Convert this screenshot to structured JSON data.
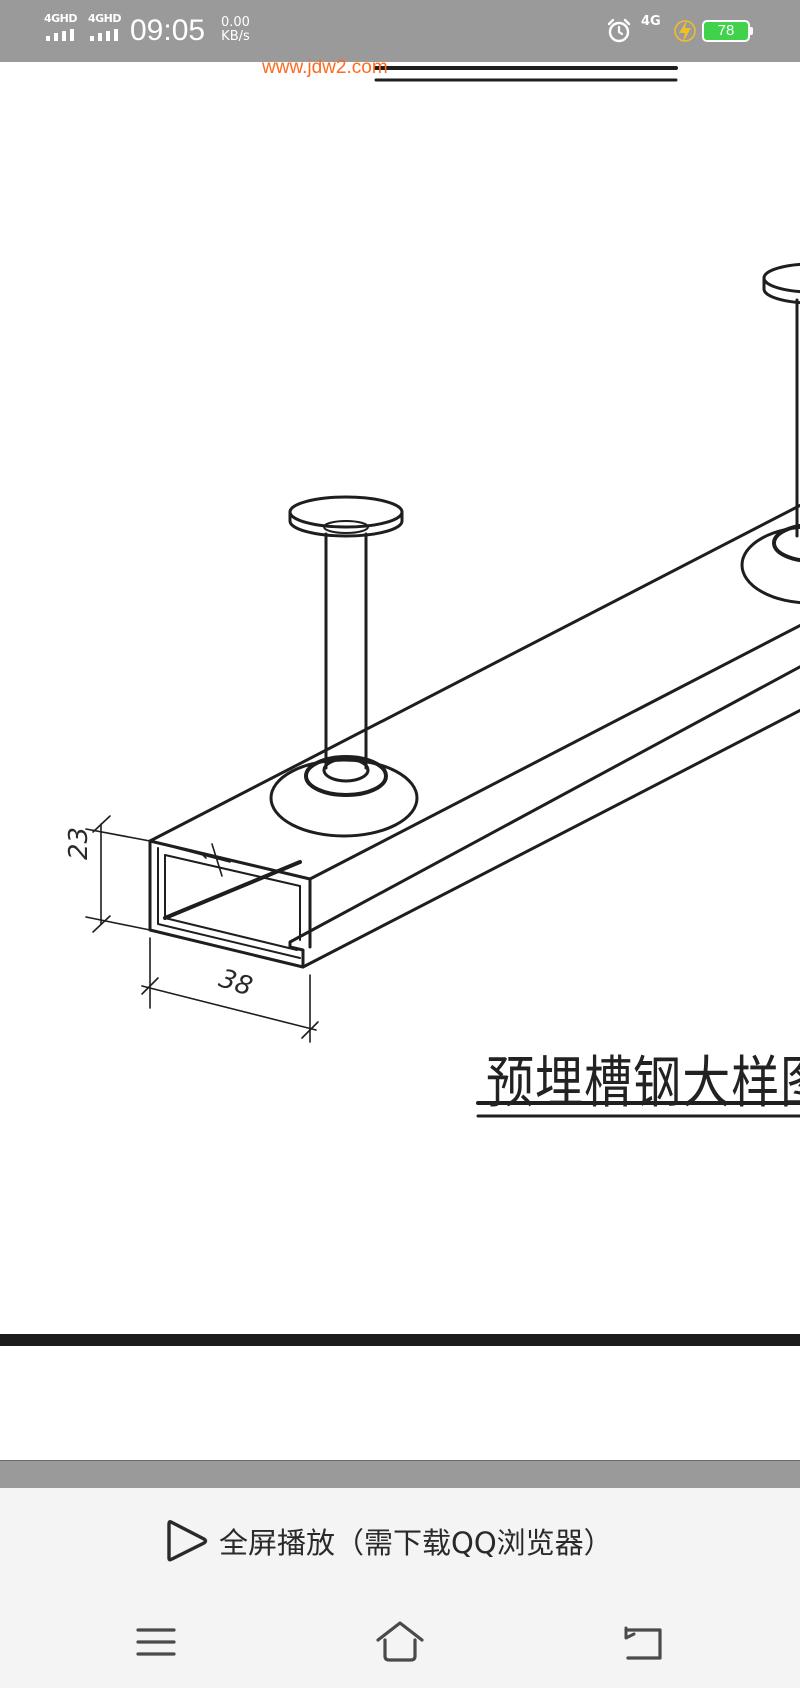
{
  "status_bar": {
    "signal_1": "4GHD",
    "signal_2": "4GHD",
    "time": "09:05",
    "speed_value": "0.00",
    "speed_unit": "KB/s",
    "network": "4G",
    "battery_level": "78",
    "icons": [
      "signal-icon",
      "alarm-icon",
      "charging-bolt-icon",
      "battery-icon"
    ]
  },
  "image": {
    "watermark": "www.jdw2.com",
    "dimension_height": "23",
    "dimension_width": "38",
    "title": "预埋槽钢大样图"
  },
  "bottom": {
    "fullscreen_label": "全屏播放（需下载QQ浏览器）",
    "icons": [
      "play-icon",
      "menu-icon",
      "home-icon",
      "back-icon"
    ]
  },
  "colors": {
    "status_bar_bg": "#9a9a9a",
    "watermark": "#ff6a1e",
    "battery_fill": "#3fd24a",
    "bolt": "#f2c026",
    "panel_bg": "#f4f4f4"
  }
}
